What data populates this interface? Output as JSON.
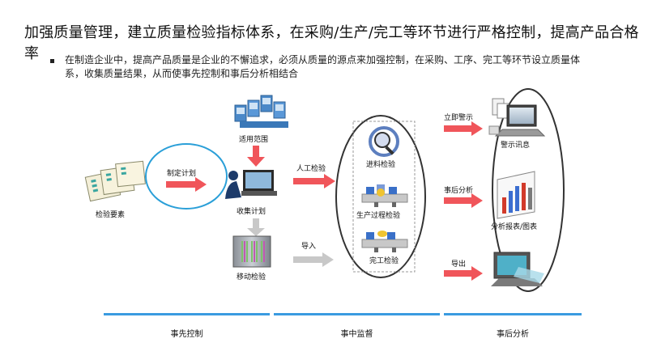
{
  "title": "加强质量管理，建立质量检验指标体系，在采购/生产/完工等环节进行严格控制，提高产品合格率",
  "bullet": "在制造企业中，提高产品质量是企业的不懈追求，必须从质量的源点来加强控制，在采购、工序、完工等环节设立质量体系，收集质量结果，从而使事先控制和事后分析相结合",
  "nodes": {
    "inspection_items": "检验要素",
    "make_plan": "制定计划",
    "scope": "适用范围",
    "collect_plan": "收集计划",
    "mobile_inspection": "移动检验",
    "manual_inspection": "人工检验",
    "import": "导入",
    "incoming": "进料检验",
    "process": "生产过程检验",
    "completion": "完工检验",
    "immediate_alert": "立即警示",
    "post_analysis": "事后分析",
    "export": "导出",
    "alert_info": "警示讯息",
    "report": "分析报表/图表"
  },
  "phases": {
    "pre": "事先控制",
    "mid": "事中监督",
    "post": "事后分析"
  },
  "colors": {
    "arrow_red": "#f0555a",
    "arrow_gray": "#c8c8c8",
    "ellipse_blue": "#2a9fd8",
    "ellipse_dark": "#333333",
    "phase_bar": "#3a9be0"
  }
}
